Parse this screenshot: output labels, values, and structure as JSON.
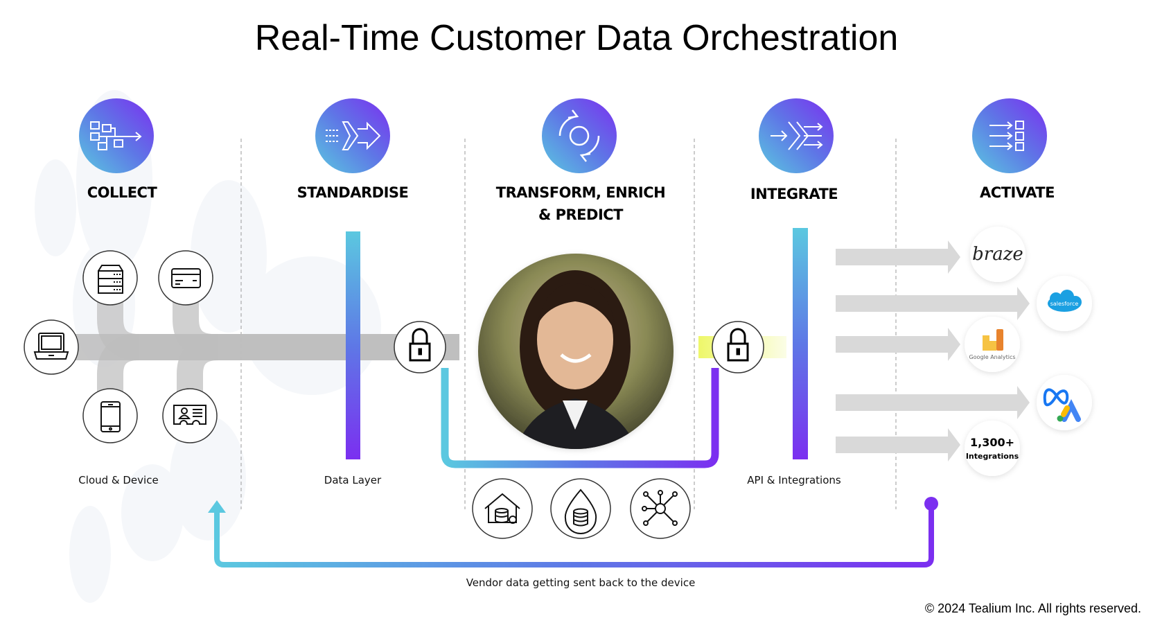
{
  "title": "Real-Time Customer Data Orchestration",
  "stages": [
    {
      "label": "COLLECT",
      "icon": "workflow-icon"
    },
    {
      "label": "STANDARDISE",
      "icon": "transform-arrow-icon"
    },
    {
      "label_line1": "TRANSFORM, ENRICH",
      "label_line2": "& PREDICT",
      "icon": "refresh-cycle-icon"
    },
    {
      "label": "INTEGRATE",
      "icon": "merge-arrows-icon"
    },
    {
      "label": "ACTIVATE",
      "icon": "list-arrows-icon"
    }
  ],
  "captions": {
    "collect": "Cloud & Device",
    "standardise": "Data Layer",
    "integrate": "API & Integrations",
    "loop": "Vendor data getting sent back to the device"
  },
  "destinations": {
    "braze": "braze",
    "salesforce": "salesforce",
    "google_analytics": "Google Analytics",
    "integrations_count": "1,300+",
    "integrations_label": "Integrations"
  },
  "colors": {
    "gradient_start": "#5bc8e0",
    "gradient_end": "#7b2ff0",
    "band": "#c8c8c8"
  },
  "copyright": "© 2024  Tealium Inc. All rights reserved."
}
